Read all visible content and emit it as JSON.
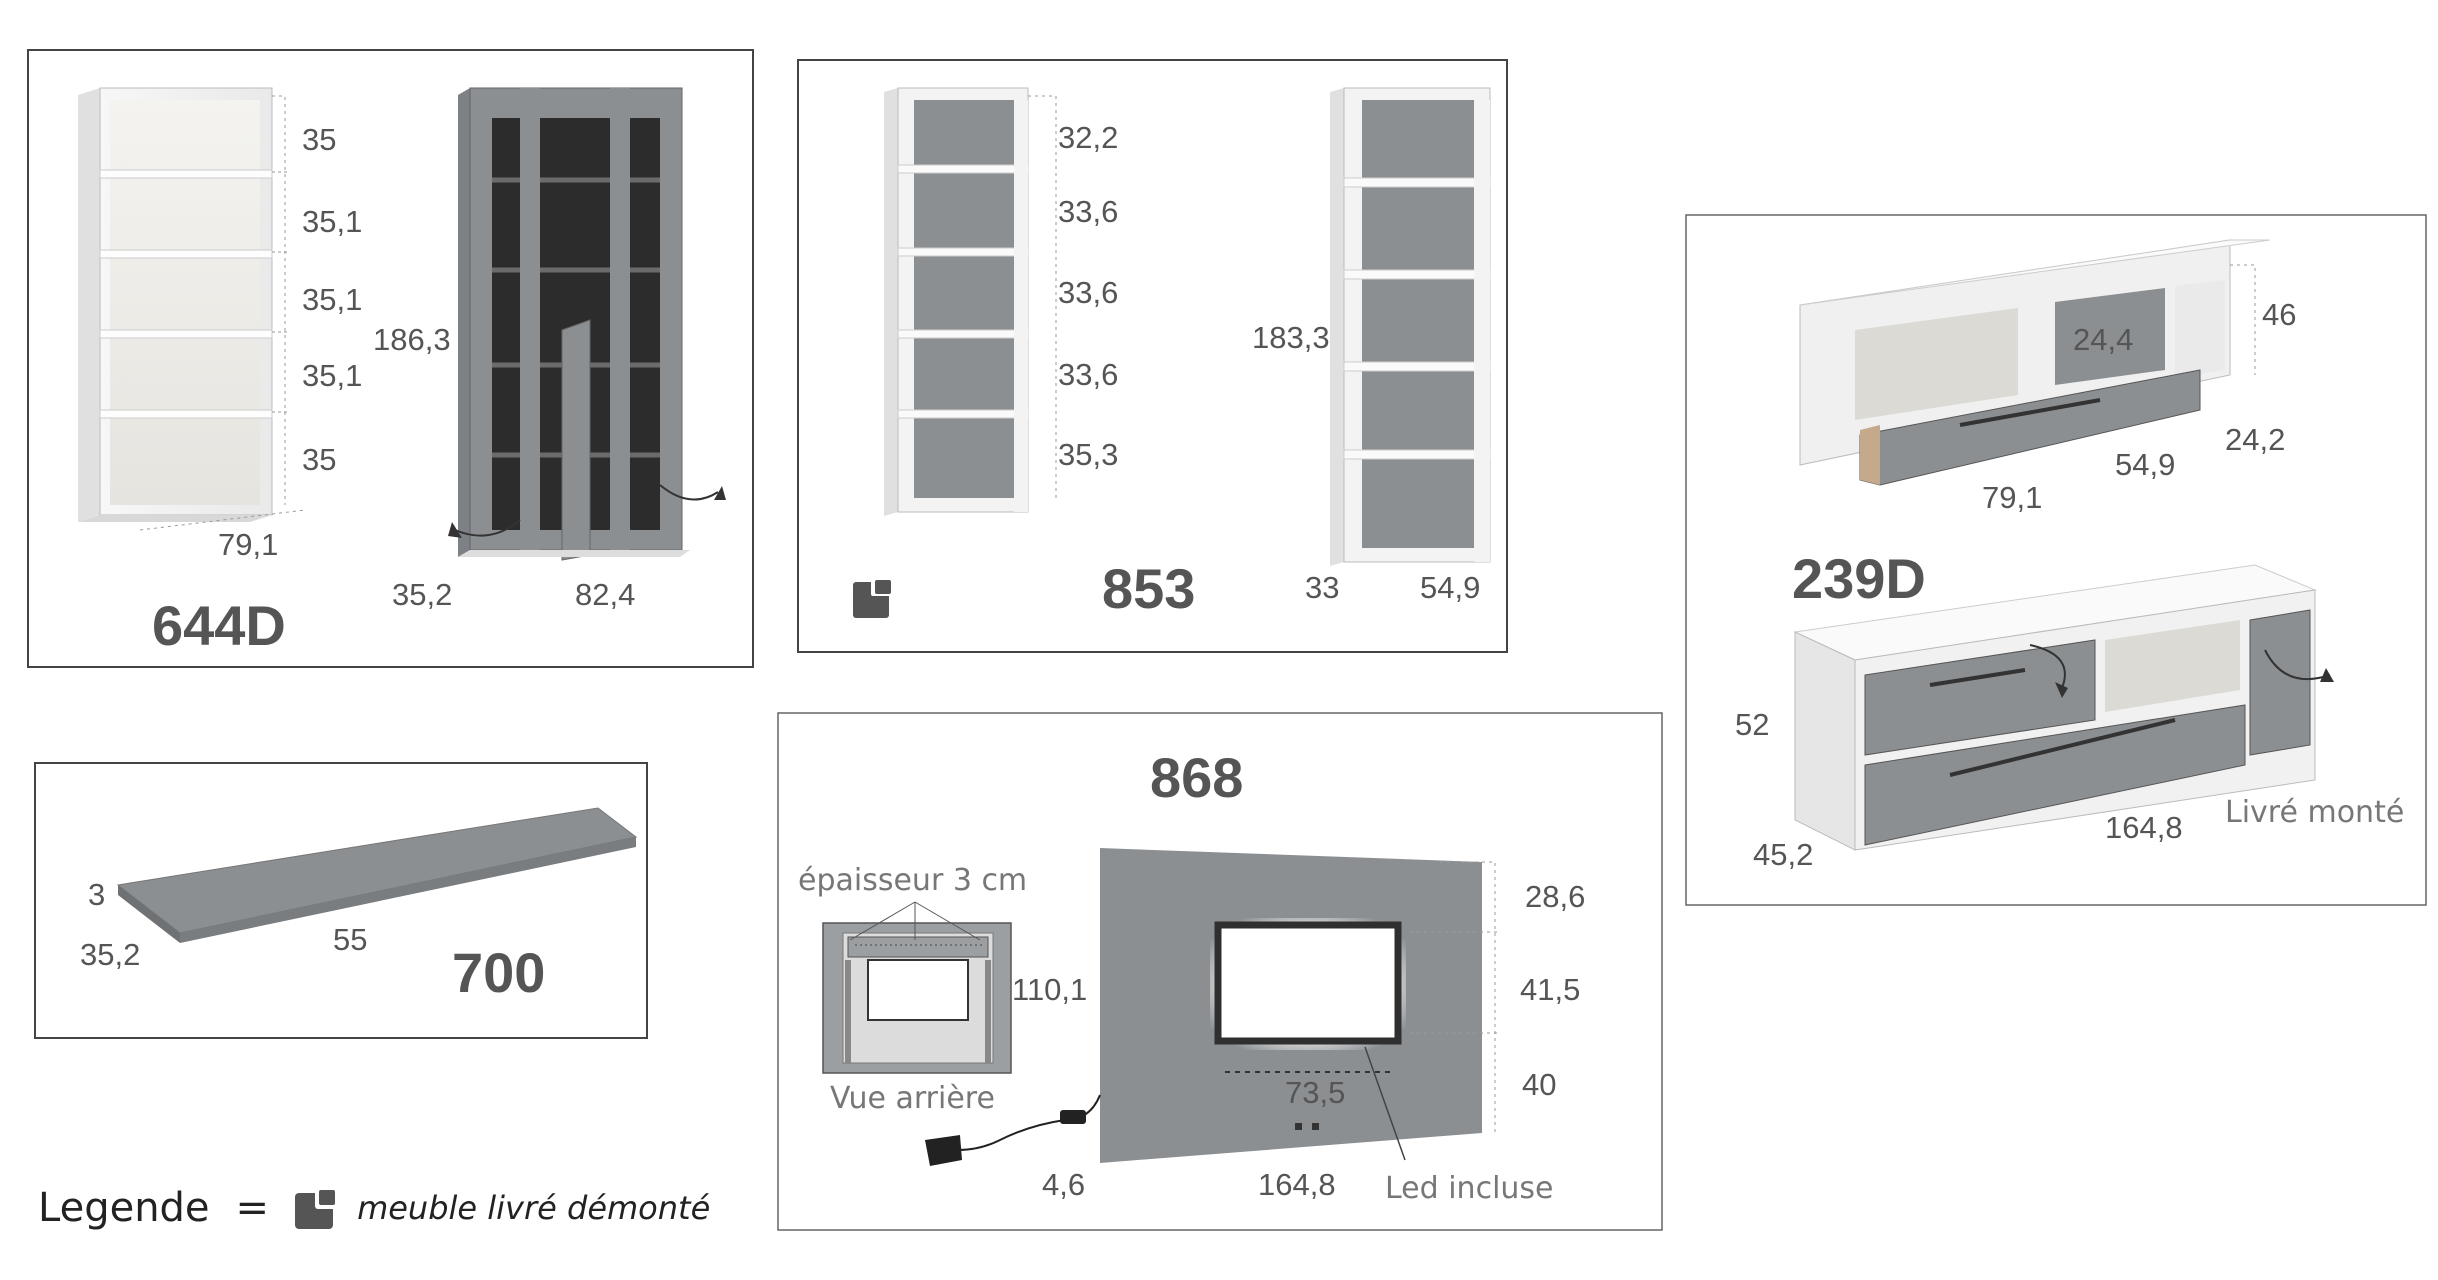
{
  "products": [
    {
      "code": "644D",
      "shelf_heights": [
        "35",
        "35,1",
        "35,1",
        "35,1",
        "35"
      ],
      "open_width": "79,1",
      "height": "186,3",
      "depth": "35,2",
      "width": "82,4"
    },
    {
      "code": "853",
      "shelf_heights": [
        "32,2",
        "33,6",
        "33,6",
        "33,6",
        "35,3"
      ],
      "height": "183,3",
      "depth": "33",
      "width": "54,9",
      "icon": "disassembled-furniture-icon"
    },
    {
      "code": "239D",
      "open_height": "46",
      "open_inner_height": "24,4",
      "open_depth": "24,2",
      "open_drawer_width": "54,9",
      "open_width": "79,1",
      "height": "52",
      "depth": "45,2",
      "width": "164,8",
      "note": "Livré monté"
    },
    {
      "code": "700",
      "thickness": "3",
      "depth": "35,2",
      "width": "55"
    },
    {
      "code": "868",
      "thickness_note": "épaisseur 3 cm",
      "back_view_label": "Vue arrière",
      "height": "110,1",
      "segments": [
        "28,6",
        "41,5",
        "40"
      ],
      "screen_width": "73,5",
      "depth": "4,6",
      "width": "164,8",
      "led_label": "Led incluse"
    }
  ],
  "legend": {
    "label": "Legende",
    "equals": "=",
    "icon": "disassembled-furniture-icon",
    "description": "meuble livré démonté"
  },
  "colors": {
    "panel_white": "#ffffff",
    "panel_grey": "#8c8f92",
    "dark_grey": "#555555",
    "frame": "#333333"
  }
}
